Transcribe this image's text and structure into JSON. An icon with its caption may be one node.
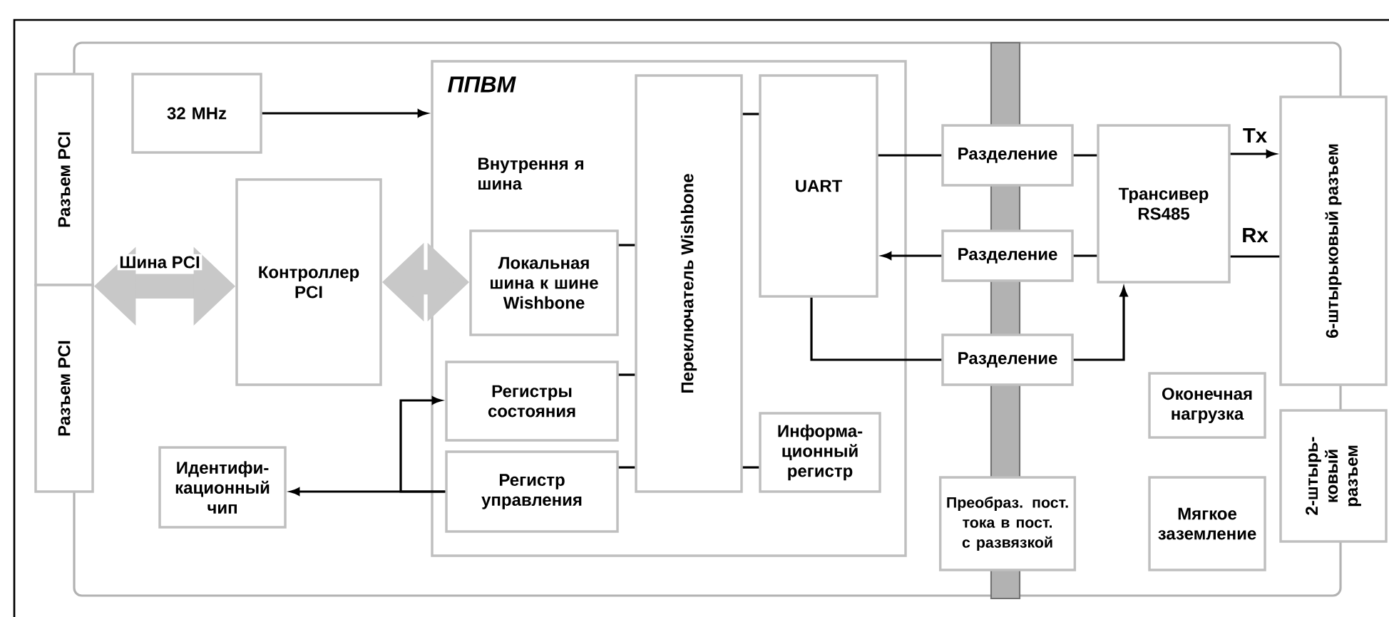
{
  "diagram": {
    "nodes": [
      {
        "text": [
          "Разъем PCI"
        ]
      },
      {
        "text": [
          "Разъем PCI"
        ]
      },
      {
        "text": [
          "32 MHz"
        ]
      },
      {
        "text": [
          "Контроллер PCI"
        ]
      },
      {
        "text": [
          "ППВМ"
        ]
      },
      {
        "text": [
          "Локальная шина к шине Wishbone"
        ],
        "in": 4
      },
      {
        "text": [
          "Переключатель Wishbone"
        ],
        "in": 4
      },
      {
        "text": [
          "UART"
        ],
        "in": 4
      },
      {
        "text": [
          "Регистры состояния"
        ],
        "in": 4
      },
      {
        "text": [
          "Регистр управления"
        ],
        "in": 4
      },
      {
        "text": [
          "Информа- ционный регистр"
        ],
        "in": 4
      },
      {
        "text": [
          "Идентифи- кационный чип"
        ]
      },
      {
        "text": [
          "Разделение"
        ]
      },
      {
        "text": [
          "Разделение"
        ]
      },
      {
        "text": [
          "Разделение"
        ]
      },
      {
        "text": [
          "Трансивер RS485"
        ]
      },
      {
        "text": [
          "6-штырьковый разъем"
        ]
      },
      {
        "text": [
          "Преобраз. пост. тока в пост. с развязкой"
        ]
      },
      {
        "text": [
          "Оконечная нагрузка"
        ]
      },
      {
        "text": [
          "Мягкое заземление"
        ]
      },
      {
        "text": [
          "2-штырь- ковый разъем"
        ]
      },
      {
        "text": [],
        "shape": "bar"
      }
    ],
    "edges": [
      {
        "from": 2,
        "to": 4,
        "arrow": "to"
      },
      {
        "from": 0,
        "to": 3,
        "arrow": "both",
        "label": "Шина PCI",
        "style": "thick",
        "color": "#c8c8c8"
      },
      {
        "from": 3,
        "to": 5,
        "arrow": "both",
        "style": "thick",
        "color": "#c8c8c8"
      },
      {
        "from": 5,
        "to": 6,
        "arrow": "none"
      },
      {
        "from": 8,
        "to": 6,
        "arrow": "none"
      },
      {
        "from": 9,
        "to": 6,
        "arrow": "none"
      },
      {
        "from": 6,
        "to": 7,
        "arrow": "none"
      },
      {
        "from": 10,
        "to": 6,
        "arrow": "none"
      },
      {
        "from": 9,
        "to": 11,
        "arrow": "to"
      },
      {
        "from": 9,
        "to": 8,
        "arrow": "to"
      },
      {
        "from": 7,
        "to": 12,
        "arrow": "none"
      },
      {
        "from": 13,
        "to": 7,
        "arrow": "to"
      },
      {
        "from": 7,
        "to": 14,
        "arrow": "none"
      },
      {
        "from": 12,
        "to": 15,
        "arrow": "none"
      },
      {
        "from": 13,
        "to": 15,
        "arrow": "none"
      },
      {
        "from": 14,
        "to": 15,
        "arrow": "to"
      },
      {
        "from": 15,
        "to": 16,
        "arrow": "to",
        "label": "Tx"
      },
      {
        "from": 16,
        "to": 15,
        "arrow": "none",
        "label": "Rx"
      }
    ],
    "labels": [
      "Внутрення я шина"
    ]
  }
}
